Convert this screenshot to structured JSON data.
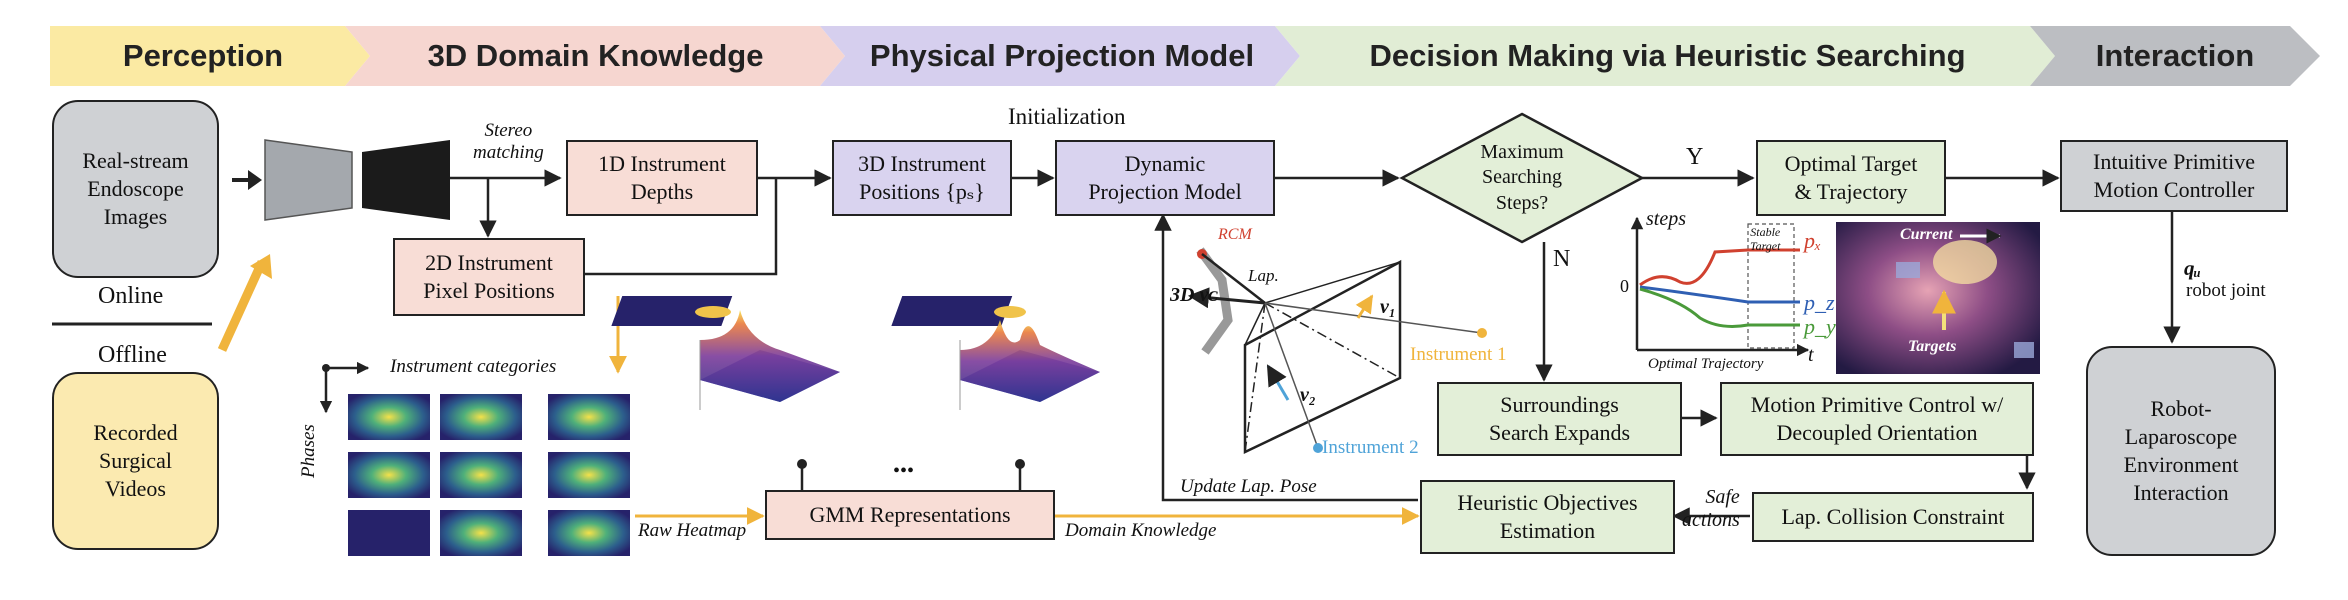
{
  "phases": [
    {
      "label": "Perception",
      "color": "#fbeaa3"
    },
    {
      "label": "3D Domain Knowledge",
      "color": "#f6d6d0"
    },
    {
      "label": "Physical Projection Model",
      "color": "#d6cfee"
    },
    {
      "label": "Decision Making via Heuristic Searching",
      "color": "#e1edd5"
    },
    {
      "label": "Interaction",
      "color": "#bcbec2"
    }
  ],
  "boxes": {
    "realstream": "Real-stream\nEndoscope\nImages",
    "online": "Online",
    "offline": "Offline",
    "recorded": "Recorded\nSurgical\nVideos",
    "depths": "1D Instrument\nDepths",
    "pixel": "2D Instrument\nPixel Positions",
    "positions": "3D Instrument\nPositions {pₛ}",
    "dpm": "Dynamic\nProjection Model",
    "max": "Maximum\nSearching\nSteps?",
    "optimal": "Optimal Target\n& Trajectory",
    "intuitive": "Intuitive Primitive\nMotion Controller",
    "surroundings": "Surroundings\nSearch Expands",
    "motion": "Motion Primitive Control w/\nDecoupled Orientation",
    "heuristic": "Heuristic Objectives\nEstimation",
    "collision": "Lap. Collision Constraint",
    "gmm": "GMM Representations",
    "robotenv": "Robot-\nLaparoscope\nEnvironment\nInteraction"
  },
  "labels": {
    "stereo": "Stereo\nmatching",
    "initialization": "Initialization",
    "y": "Y",
    "n": "N",
    "qu": "qᵤ",
    "robot_joint": "robot joint",
    "inst_cat": "Instrument categories",
    "phases_axis": "Phases",
    "ellipsis": "•••",
    "raw_heatmap": "Raw Heatmap",
    "domain_knowledge": "Domain Knowledge",
    "update_lap": "Update Lap. Pose",
    "safe_actions": "Safe\nactions",
    "rcm": "RCM",
    "lap": "Lap.",
    "v3d": "3D vᴄ",
    "v1": "v₁",
    "v2": "v₂",
    "instrument1": "Instrument 1",
    "instrument2": "Instrument 2"
  },
  "traj_chart": {
    "ylabel": "steps",
    "xlabel": "t",
    "title": "Optimal Trajectory",
    "zero": "0",
    "stable_target": "Stable\nTarget",
    "series": [
      {
        "name": "pₓ",
        "color": "#d0412f"
      },
      {
        "name": "p_z",
        "color": "#2f5fb3"
      },
      {
        "name": "p_y",
        "color": "#4a9a3a"
      }
    ]
  },
  "endo_image": {
    "current": "Current",
    "targets": "Targets"
  },
  "colors": {
    "arrow": "#222222",
    "yellow_arrow": "#f0b43c",
    "instrument1": "#f0b43c",
    "instrument2": "#4fa3d8",
    "rcm": "#d0412f"
  }
}
